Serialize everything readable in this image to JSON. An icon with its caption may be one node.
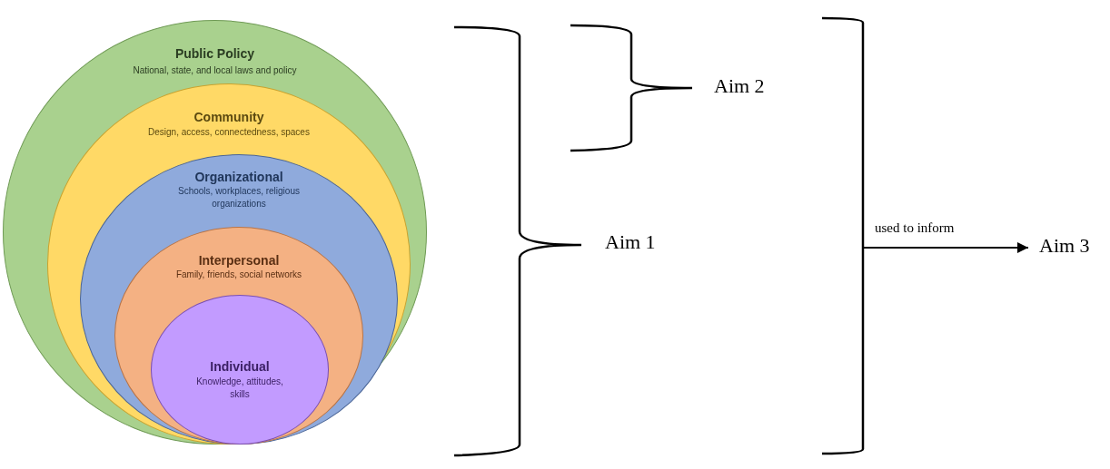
{
  "diagram": {
    "nodes": [
      {
        "text": [
          "Public Policy",
          "National, state, and local laws and policy"
        ]
      },
      {
        "text": [
          "Community",
          "Design, access, connectedness, spaces"
        ],
        "in": 0
      },
      {
        "text": [
          "Organizational",
          "Schools, workplaces, religious organizations"
        ],
        "in": 1
      },
      {
        "text": [
          "Interpersonal",
          "Family, friends, social networks"
        ],
        "in": 2
      },
      {
        "text": [
          "Individual",
          "Knowledge, attitudes, skills"
        ],
        "in": 3
      },
      {
        "text": [
          "Aim 1"
        ]
      },
      {
        "text": [
          "Aim 2"
        ]
      },
      {
        "text": [],
        "shape": "bracket"
      },
      {
        "text": [
          "Aim 3"
        ]
      }
    ],
    "edges": [
      {
        "from": 7,
        "to": 8,
        "arrow": "to",
        "label": "used to inform"
      }
    ]
  }
}
